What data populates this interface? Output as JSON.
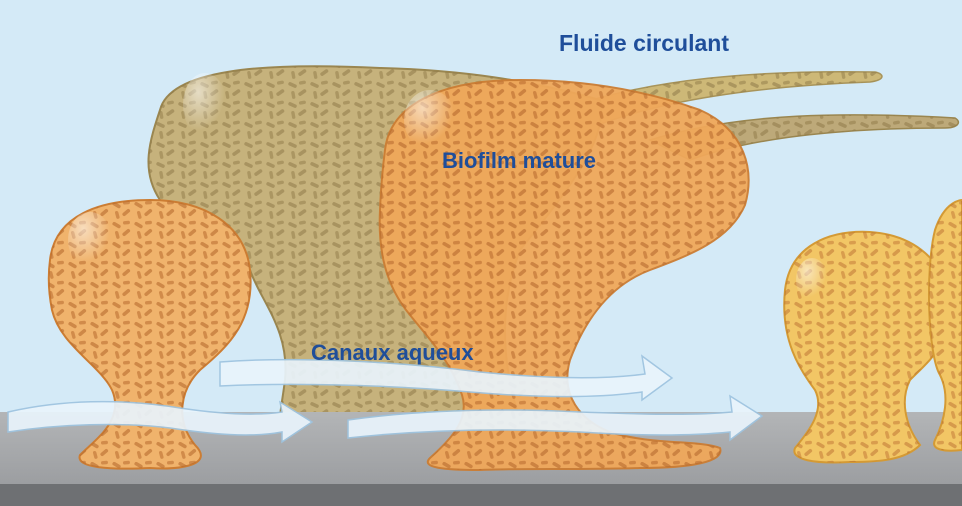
{
  "labels": {
    "flowing_fluid": "Fluide circulant",
    "mature_biofilm": "Biofilm mature",
    "water_channels": "Canaux aqueux"
  },
  "colors": {
    "fluid_background": "#d4eaf7",
    "substrate_top": "#a9abad",
    "substrate_bottom": "#6e7073",
    "tan_colony": "#c4b07a",
    "tan_colony_edge": "#9a8650",
    "orange_colony": "#f0a85a",
    "orange_colony_edge": "#cc7d33",
    "yellow_colony": "#f0c460",
    "bacteria_cells": "#b97a45",
    "flow_arrow_fill": "#e9f4fc",
    "flow_arrow_stroke": "#9ec4e0",
    "label_text": "#1f4e9a"
  }
}
